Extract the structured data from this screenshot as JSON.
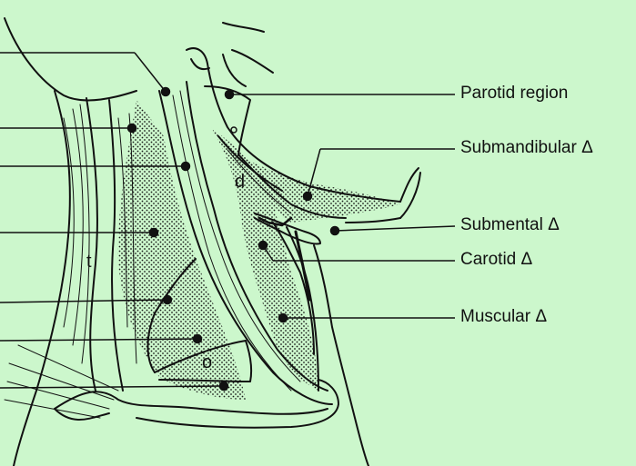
{
  "colors": {
    "background": "#ccf7cc",
    "ink": "#111111",
    "stipple": "#1a1a1a"
  },
  "labels": {
    "parotid": "Parotid region",
    "submandibular": "Submandibular Δ",
    "submental": "Submental Δ",
    "carotid": "Carotid Δ",
    "muscular": "Muscular Δ"
  },
  "letters": {
    "d": "d",
    "t": "t",
    "o": "o"
  }
}
